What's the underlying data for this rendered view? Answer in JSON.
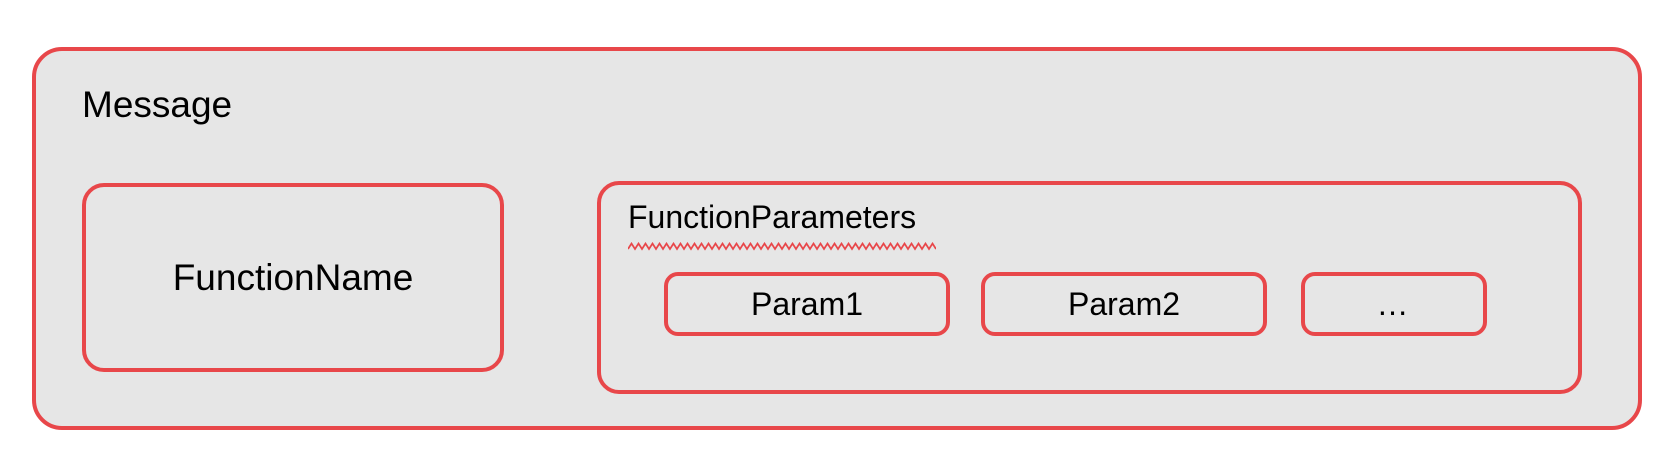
{
  "diagram": {
    "title": "Message",
    "colors": {
      "border": "#e8474a",
      "fill": "#e6e6e6",
      "text": "#000000",
      "page_background": "#ffffff",
      "spellcheck_underline": "#e8474a"
    },
    "outer_box": {
      "label": "Message"
    },
    "function_name_box": {
      "label": "FunctionName"
    },
    "function_parameters_box": {
      "label": "FunctionParameters",
      "label_has_spellcheck_underline": true,
      "parameters": [
        {
          "label": "Param1"
        },
        {
          "label": "Param2"
        },
        {
          "label": "…"
        }
      ]
    }
  }
}
